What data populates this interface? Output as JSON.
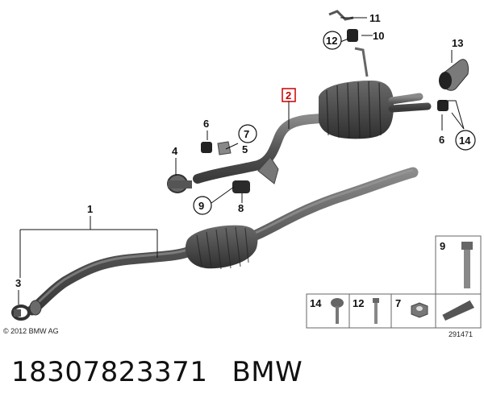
{
  "callouts": {
    "c1": "1",
    "c2": "2",
    "c3": "3",
    "c4": "4",
    "c5": "5",
    "c6a": "6",
    "c6b": "6",
    "c7": "7",
    "c8": "8",
    "c9": "9",
    "c10": "10",
    "c11": "11",
    "c12": "12",
    "c13": "13",
    "c14": "14"
  },
  "legend": {
    "item14": "14",
    "item12": "12",
    "item7": "7",
    "item9": "9"
  },
  "copyright": "© 2012 BMW AG",
  "diagram_id": "291471",
  "footer": {
    "part_number": "18307823371",
    "brand": "BMW"
  },
  "colors": {
    "part_dark": "#4a4a4a",
    "part_mid": "#6b6b6b",
    "part_light": "#9a9a9a",
    "highlight": "#cc0000"
  }
}
